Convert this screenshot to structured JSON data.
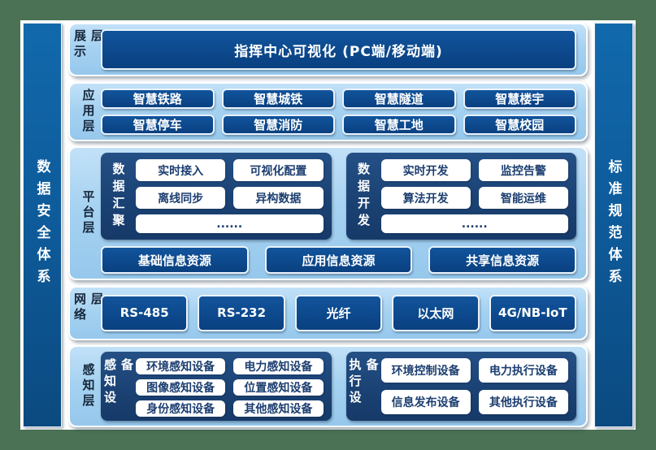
{
  "sidebars": {
    "left": "数据安全体系",
    "right": "标准规范体系"
  },
  "layers": {
    "display": {
      "label": "展示层",
      "banner": "指挥中心可视化 (PC端/移动端)"
    },
    "application": {
      "label": "应用层",
      "buttons": [
        "智慧铁路",
        "智慧城铁",
        "智慧隧道",
        "智慧楼宇",
        "智慧停车",
        "智慧消防",
        "智慧工地",
        "智慧校园"
      ]
    },
    "platform": {
      "label": "平台层",
      "groups": [
        {
          "label": "数据汇聚",
          "items": [
            "实时接入",
            "可视化配置",
            "离线同步",
            "异构数据"
          ],
          "more": "......"
        },
        {
          "label": "数据开发",
          "items": [
            "实时开发",
            "监控告警",
            "算法开发",
            "智能运维"
          ],
          "more": "......"
        }
      ],
      "resources": [
        "基础信息资源",
        "应用信息资源",
        "共享信息资源"
      ]
    },
    "network": {
      "label": "网络层",
      "buttons": [
        "RS-485",
        "RS-232",
        "光纤",
        "以太网",
        "4G/NB-IoT"
      ]
    },
    "perception": {
      "label": "感知层",
      "groups": [
        {
          "label": "感知设备",
          "items": [
            "环境感知设备",
            "电力感知设备",
            "图像感知设备",
            "位置感知设备",
            "身份感知设备",
            "其他感知设备"
          ]
        },
        {
          "label": "执行设备",
          "items": [
            "环境控制设备",
            "电力执行设备",
            "信息发布设备",
            "其他执行设备"
          ]
        }
      ]
    }
  },
  "colors": {
    "background_green": "#4b7254",
    "panel_light_blue": "#a6d2f1",
    "button_dark_blue": "#0d4a8e",
    "group_navy": "#1b4274",
    "sidebar_blue": "#0e5c9c",
    "white_button_text": "#1c3e70"
  }
}
